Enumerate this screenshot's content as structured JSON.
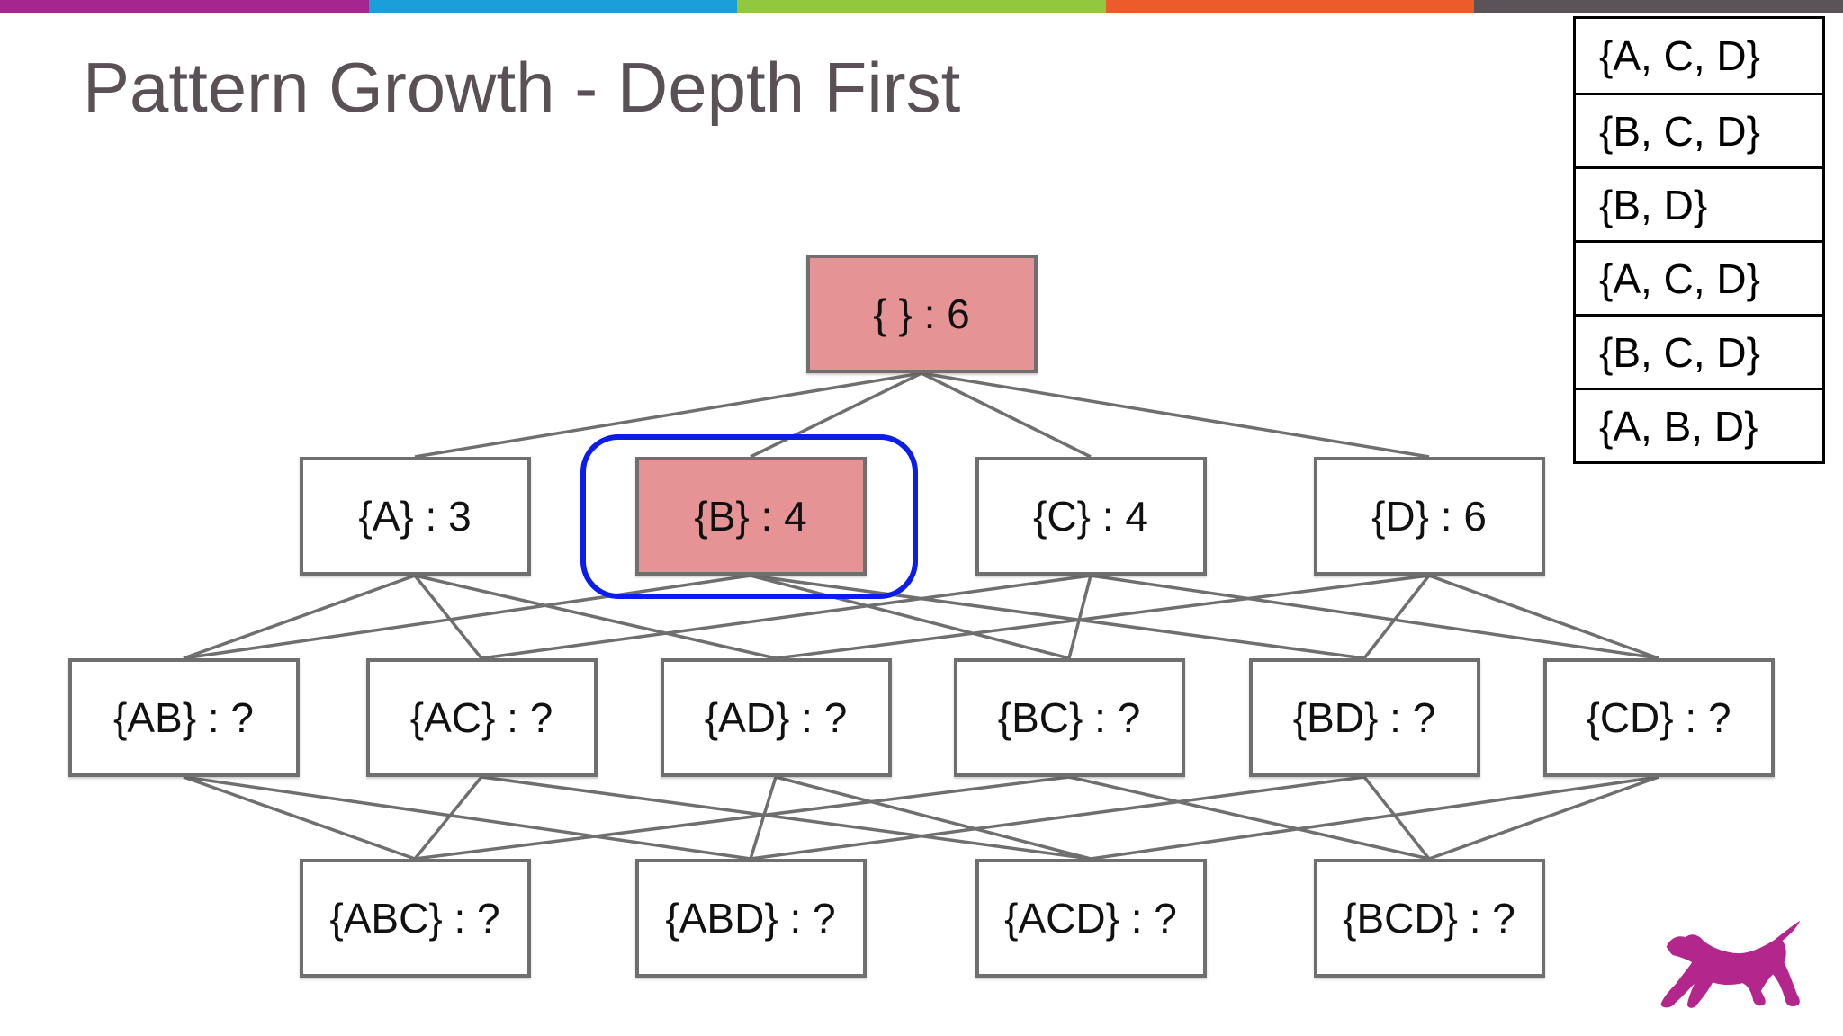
{
  "slide": {
    "title": "Pattern Growth - Depth First",
    "title_color": "#595155",
    "background": "#ffffff"
  },
  "top_bar": {
    "segments": [
      {
        "name": "magenta",
        "color": "#a5268e"
      },
      {
        "name": "blue",
        "color": "#1b9fd9"
      },
      {
        "name": "green",
        "color": "#92c83e"
      },
      {
        "name": "orange",
        "color": "#ee5b2b"
      },
      {
        "name": "dark-gray",
        "color": "#5a5458"
      }
    ]
  },
  "transactions_table": {
    "rows": [
      "{A, C, D}",
      "{B, C, D}",
      "{B, D}",
      "{A, C, D}",
      "{B, C, D}",
      "{A, B, D}"
    ]
  },
  "lattice": {
    "node_fill_default": "#ffffff",
    "node_fill_visited": "#e59394",
    "node_border_color": "#6f6f6f",
    "edge_color": "#6f6f6f",
    "highlight_ring_color": "#0d1de9",
    "nodes": [
      {
        "id": "root",
        "label": "{ } : 6",
        "visited": true,
        "selected": false
      },
      {
        "id": "A",
        "label": "{A} : 3",
        "visited": false,
        "selected": false
      },
      {
        "id": "B",
        "label": "{B} : 4",
        "visited": true,
        "selected": true
      },
      {
        "id": "C",
        "label": "{C} : 4",
        "visited": false,
        "selected": false
      },
      {
        "id": "D",
        "label": "{D} : 6",
        "visited": false,
        "selected": false
      },
      {
        "id": "AB",
        "label": "{AB} : ?",
        "visited": false,
        "selected": false
      },
      {
        "id": "AC",
        "label": "{AC} : ?",
        "visited": false,
        "selected": false
      },
      {
        "id": "AD",
        "label": "{AD} : ?",
        "visited": false,
        "selected": false
      },
      {
        "id": "BC",
        "label": "{BC} : ?",
        "visited": false,
        "selected": false
      },
      {
        "id": "BD",
        "label": "{BD} : ?",
        "visited": false,
        "selected": false
      },
      {
        "id": "CD",
        "label": "{CD} : ?",
        "visited": false,
        "selected": false
      },
      {
        "id": "ABC",
        "label": "{ABC} : ?",
        "visited": false,
        "selected": false
      },
      {
        "id": "ABD",
        "label": "{ABD} : ?",
        "visited": false,
        "selected": false
      },
      {
        "id": "ACD",
        "label": "{ACD} : ?",
        "visited": false,
        "selected": false
      },
      {
        "id": "BCD",
        "label": "{BCD} : ?",
        "visited": false,
        "selected": false
      }
    ],
    "edges": [
      [
        "root",
        "A"
      ],
      [
        "root",
        "B"
      ],
      [
        "root",
        "C"
      ],
      [
        "root",
        "D"
      ],
      [
        "A",
        "AB"
      ],
      [
        "A",
        "AC"
      ],
      [
        "A",
        "AD"
      ],
      [
        "B",
        "AB"
      ],
      [
        "B",
        "BC"
      ],
      [
        "B",
        "BD"
      ],
      [
        "C",
        "AC"
      ],
      [
        "C",
        "BC"
      ],
      [
        "C",
        "CD"
      ],
      [
        "D",
        "AD"
      ],
      [
        "D",
        "BD"
      ],
      [
        "D",
        "CD"
      ],
      [
        "AB",
        "ABC"
      ],
      [
        "AB",
        "ABD"
      ],
      [
        "AC",
        "ABC"
      ],
      [
        "AC",
        "ACD"
      ],
      [
        "AD",
        "ABD"
      ],
      [
        "AD",
        "ACD"
      ],
      [
        "BC",
        "ABC"
      ],
      [
        "BC",
        "BCD"
      ],
      [
        "BD",
        "ABD"
      ],
      [
        "BD",
        "BCD"
      ],
      [
        "CD",
        "ACD"
      ],
      [
        "CD",
        "BCD"
      ]
    ]
  },
  "logo": {
    "name": "dog-logo",
    "color": "#b3268c"
  }
}
